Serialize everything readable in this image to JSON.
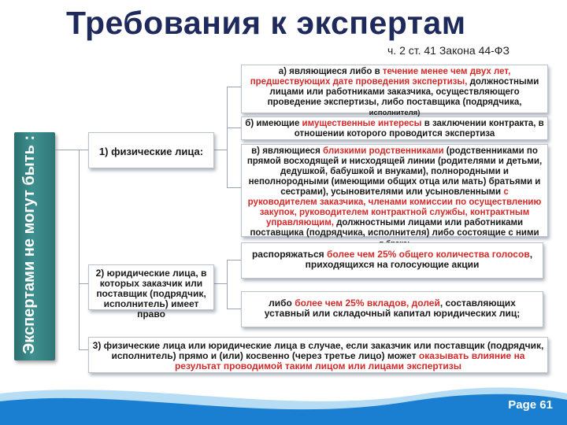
{
  "title": "Требования к экспертам",
  "source": "ч. 2 ст. 41 Закона 44-ФЗ",
  "sidebar_label": "Экспертами не могут быть :",
  "level1": {
    "physical": "1) физические лица:",
    "legal": "2) юридические лица, в которых заказчик или поставщик (подрядчик, исполнитель) имеет право"
  },
  "box_a": {
    "p1": "а) являющиеся либо в ",
    "r1": "течение менее чем двух лет, предшествующих дате проведения экспертизы,",
    "p2": " должностными лицами или работниками заказчика, осуществляющего проведение экспертизы, либо поставщика (подрядчика,",
    "p3": "исполнителя)"
  },
  "box_b": {
    "p1": "б) имеющие ",
    "r1": "имущественные интересы",
    "p2": " в заключении контракта, в отношении которого проводится экспертиза"
  },
  "box_c": {
    "p1": "в) являющиеся ",
    "r1": "близкими родственниками",
    "p2": " (родственниками по прямой восходящей и нисходящей линии (родителями и детьми, дедушкой, бабушкой и внуками), полнородными и неполнородными (имеющими общих отца или мать) братьями и сестрами), усыновителями или усыновленными ",
    "r2": "с руководителем заказчика, членами комиссии по осуществлению закупок, руководителем контрактной службы, контрактным управляющим,",
    "p3": " должностными лицами или работниками поставщика (подрядчика, исполнителя) либо состоящие с ними",
    "p4": "в браке;"
  },
  "box_d": {
    "p1": "распоряжаться ",
    "r1": "более чем 25% общего количества голосов",
    "p2": ", приходящихся на голосующие акции"
  },
  "box_e": {
    "p1": "либо ",
    "r1": "более чем 25% вкладов, долей",
    "p2": ", составляющих уставный или складочный капитал юридических лиц;"
  },
  "box_f": {
    "p1": "3) физические лица или юридические лица в случае, если заказчик или поставщик (подрядчик, исполнитель) прямо и (или) косвенно (через третье лицо) может ",
    "r1": "оказывать влияние на результат проводимой таким лицом или лицами экспертизы"
  },
  "footer": {
    "page_label": "Page 61"
  },
  "colors": {
    "accent_red": "#d42a2a",
    "title_blue": "#1f2a5c",
    "bar_teal": "#3f9090",
    "footer_blue": "#1a7fd0"
  }
}
